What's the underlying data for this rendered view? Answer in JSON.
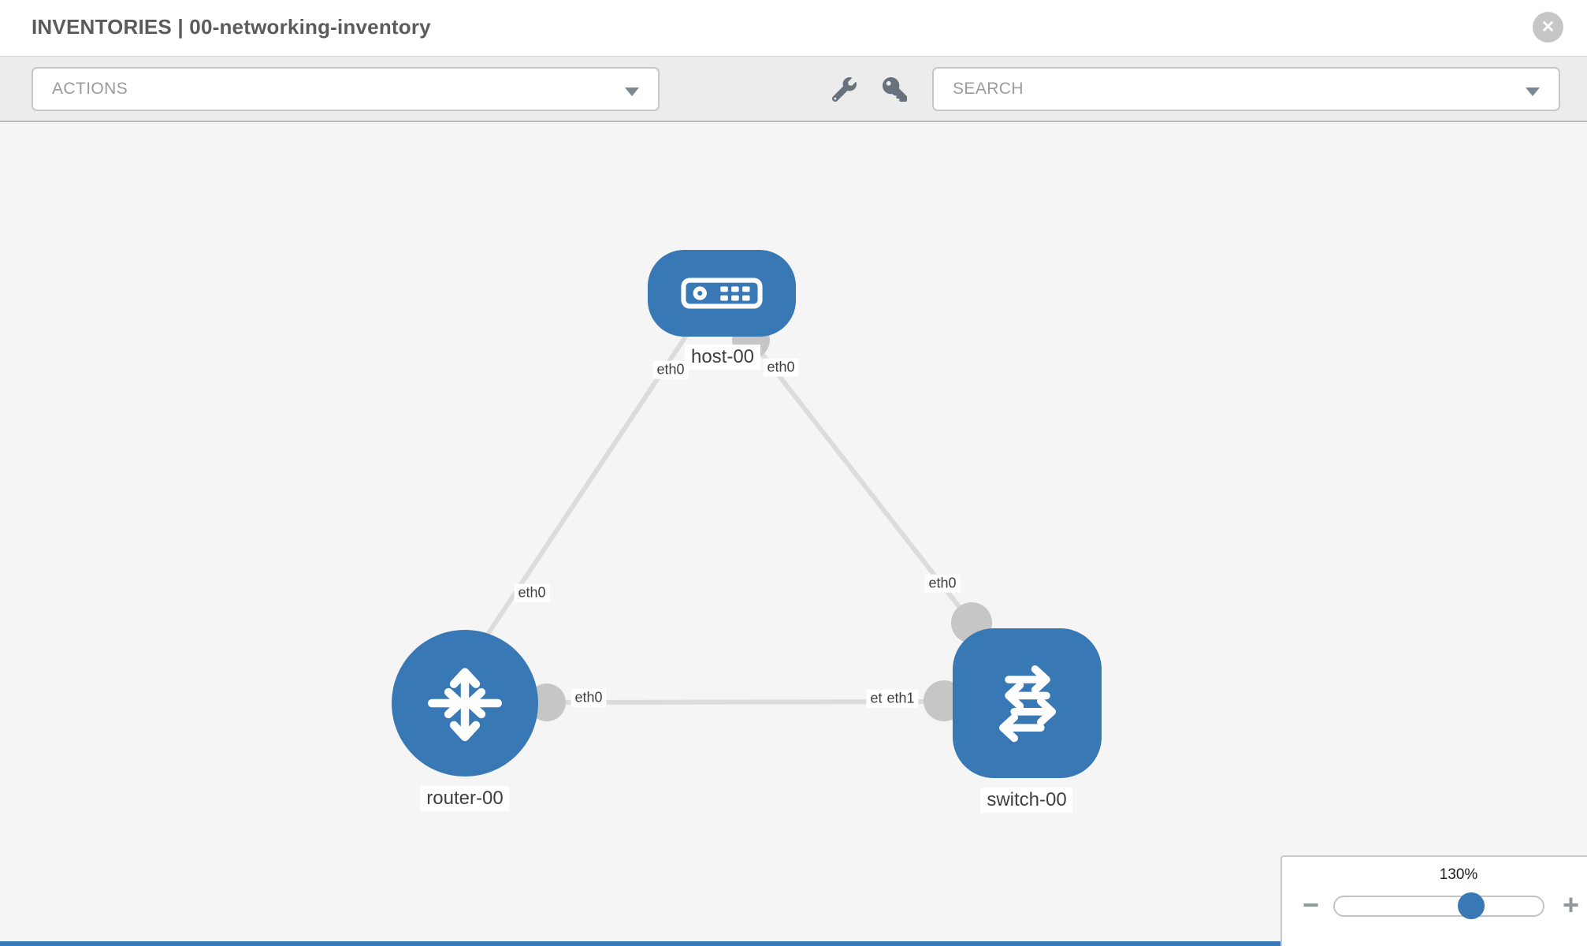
{
  "header": {
    "title": "INVENTORIES | 00-networking-inventory",
    "close_glyph": "✕"
  },
  "toolbar": {
    "actions_label": "ACTIONS",
    "search_placeholder": "SEARCH",
    "icons": [
      "wrench-icon",
      "key-icon"
    ]
  },
  "topology": {
    "nodes": [
      {
        "id": "host-00",
        "type": "host",
        "label": "host-00"
      },
      {
        "id": "router-00",
        "type": "router",
        "label": "router-00"
      },
      {
        "id": "switch-00",
        "type": "switch",
        "label": "switch-00"
      }
    ],
    "links": [
      {
        "from": "host-00",
        "to": "router-00",
        "from_iface": "eth0",
        "to_iface": "eth0"
      },
      {
        "from": "host-00",
        "to": "switch-00",
        "from_iface": "eth0",
        "to_iface": "eth0"
      },
      {
        "from": "router-00",
        "to": "switch-00",
        "from_iface": "eth0",
        "to_iface": "eth1"
      }
    ],
    "labels": {
      "host": "host-00",
      "router": "router-00",
      "switch": "switch-00",
      "host_router_at_host": "eth0",
      "host_switch_at_host": "eth0",
      "host_router_at_router": "eth0",
      "host_switch_at_switch": "eth0",
      "router_switch_at_router": "eth0",
      "router_switch_at_switch_under": "eth0",
      "router_switch_at_switch_over": "eth1"
    }
  },
  "zoom_control": {
    "level": "130%",
    "minus_glyph": "−",
    "plus_glyph": "+"
  },
  "colors": {
    "node_blue": "#3878b5",
    "link_gray": "#dcdcdc",
    "port_gray": "#c6c6c6",
    "toolbar_gray": "#ececec",
    "canvas_gray": "#f5f5f5"
  }
}
